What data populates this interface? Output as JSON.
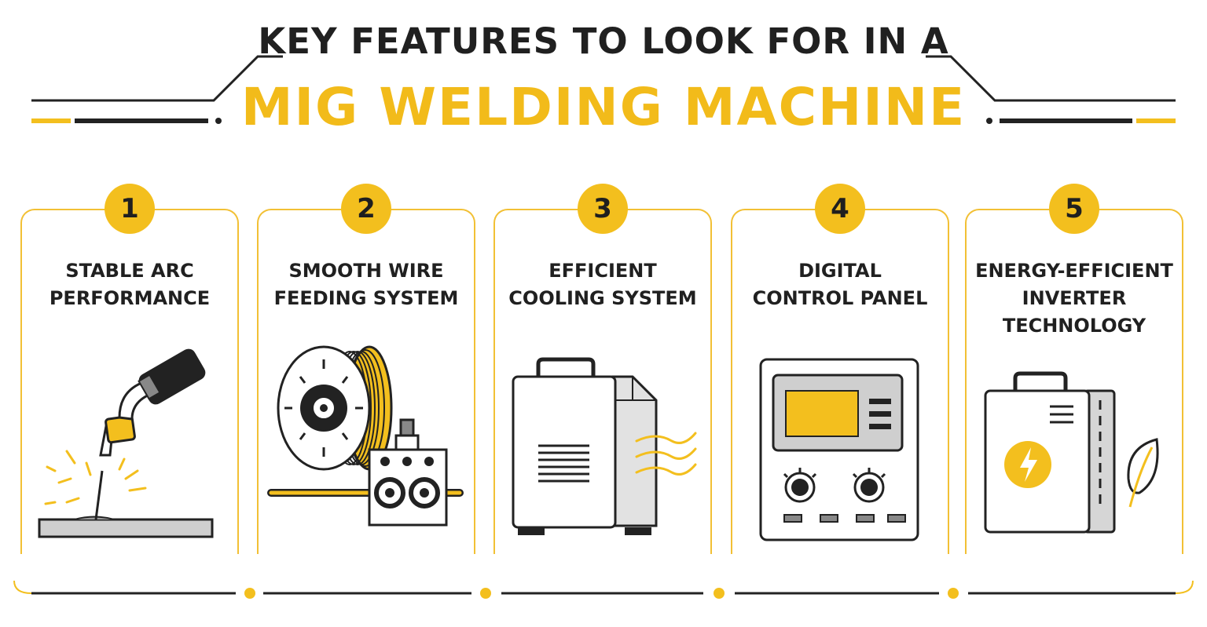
{
  "header": {
    "title_line1": "KEY FEATURES TO LOOK FOR IN A",
    "title_line2": "MIG WELDING MACHINE"
  },
  "colors": {
    "accent": "#f3bf1e",
    "dark": "#1f1f1f",
    "background": "#ffffff"
  },
  "features": [
    {
      "number": "1",
      "title": "STABLE ARC\nPERFORMANCE",
      "icon": "mig-torch-icon"
    },
    {
      "number": "2",
      "title": "SMOOTH WIRE\nFEEDING SYSTEM",
      "icon": "wire-spool-feeder-icon"
    },
    {
      "number": "3",
      "title": "EFFICIENT\nCOOLING SYSTEM",
      "icon": "welder-airflow-icon"
    },
    {
      "number": "4",
      "title": "DIGITAL\nCONTROL PANEL",
      "icon": "control-panel-icon"
    },
    {
      "number": "5",
      "title": "ENERGY-EFFICIENT\nINVERTER\nTECHNOLOGY",
      "icon": "inverter-leaf-icon"
    }
  ]
}
